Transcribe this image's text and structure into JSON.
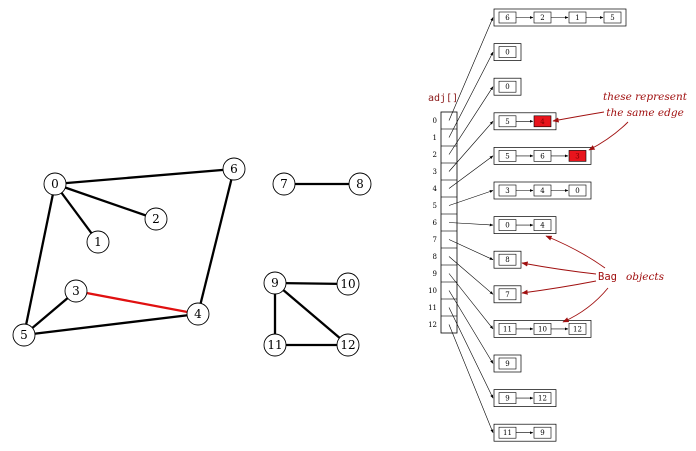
{
  "colors": {
    "edge": "#000000",
    "highlight_edge": "#e01010",
    "highlight_fill": "#e8141c",
    "annotation": "#a01010",
    "array_label": "#8b1a1a"
  },
  "graph": {
    "vertices": [
      "0",
      "1",
      "2",
      "3",
      "4",
      "5",
      "6",
      "7",
      "8",
      "9",
      "10",
      "11",
      "12"
    ],
    "edges": [
      [
        "0",
        "6"
      ],
      [
        "0",
        "2"
      ],
      [
        "0",
        "1"
      ],
      [
        "0",
        "5"
      ],
      [
        "6",
        "4"
      ],
      [
        "3",
        "5"
      ],
      [
        "5",
        "4"
      ],
      [
        "3",
        "4"
      ],
      [
        "7",
        "8"
      ],
      [
        "9",
        "10"
      ],
      [
        "9",
        "11"
      ],
      [
        "9",
        "12"
      ],
      [
        "11",
        "12"
      ]
    ],
    "highlighted_edge": [
      "3",
      "4"
    ]
  },
  "adjacency": {
    "array_label": "adj[]",
    "indices": [
      "0",
      "1",
      "2",
      "3",
      "4",
      "5",
      "6",
      "7",
      "8",
      "9",
      "10",
      "11",
      "12"
    ],
    "lists": [
      [
        "6",
        "2",
        "1",
        "5"
      ],
      [
        "0"
      ],
      [
        "0"
      ],
      [
        "5",
        "4"
      ],
      [
        "5",
        "6",
        "3"
      ],
      [
        "3",
        "4",
        "0"
      ],
      [
        "0",
        "4"
      ],
      [
        "8"
      ],
      [
        "7"
      ],
      [
        "11",
        "10",
        "12"
      ],
      [
        "9"
      ],
      [
        "9",
        "12"
      ],
      [
        "11",
        "9"
      ]
    ],
    "highlighted_cells": [
      [
        3,
        1
      ],
      [
        4,
        2
      ]
    ]
  },
  "annotations": {
    "same_edge_line1": "these represent",
    "same_edge_line2": "the same edge",
    "bag_word": "Bag",
    "bag_suffix": "objects"
  }
}
